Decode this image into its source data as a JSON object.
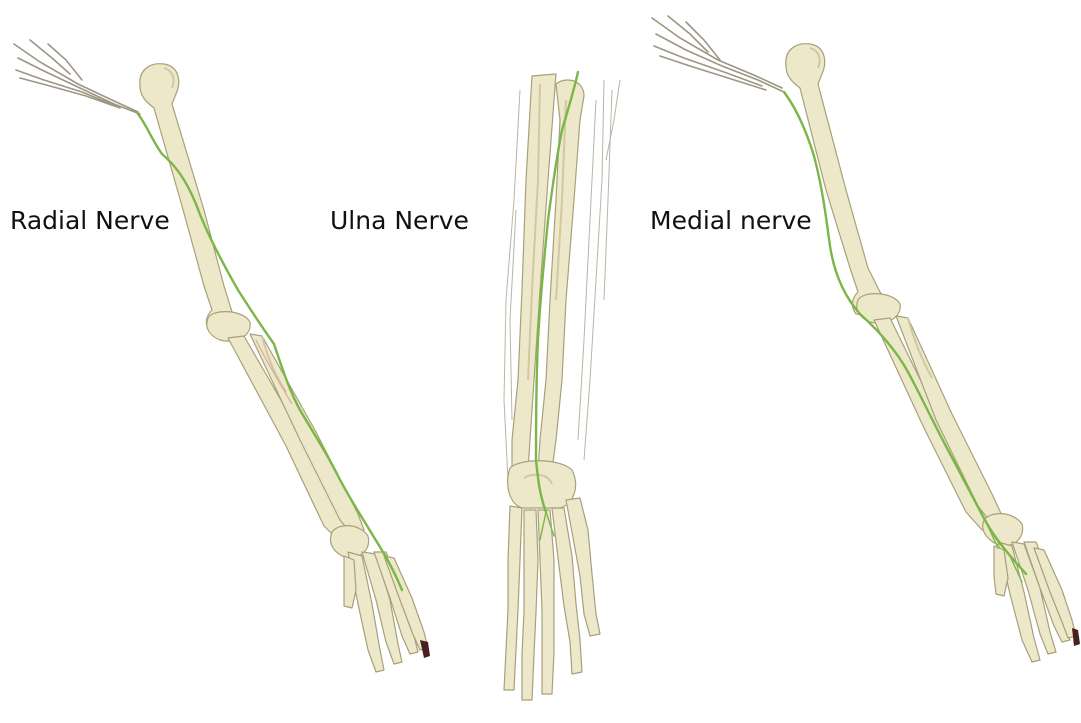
{
  "labels": {
    "radial": "Radial Nerve",
    "ulna": "Ulna Nerve",
    "medial": "Medial nerve"
  },
  "colors": {
    "bone_fill": "#ede8c9",
    "bone_outline": "#a8a07a",
    "bone_shadow": "#cfc8a2",
    "nerve": "#7ab648",
    "plexus": "#9c9682",
    "vessel_gray": "#b9b5a8",
    "vessel_red": "#d9a8a0",
    "nail": "#4a1f1f",
    "background": "#ffffff"
  },
  "figures": [
    {
      "name": "radial-nerve-arm",
      "label": "radial"
    },
    {
      "name": "ulna-nerve-forearm",
      "label": "ulna"
    },
    {
      "name": "medial-nerve-arm",
      "label": "medial"
    }
  ]
}
